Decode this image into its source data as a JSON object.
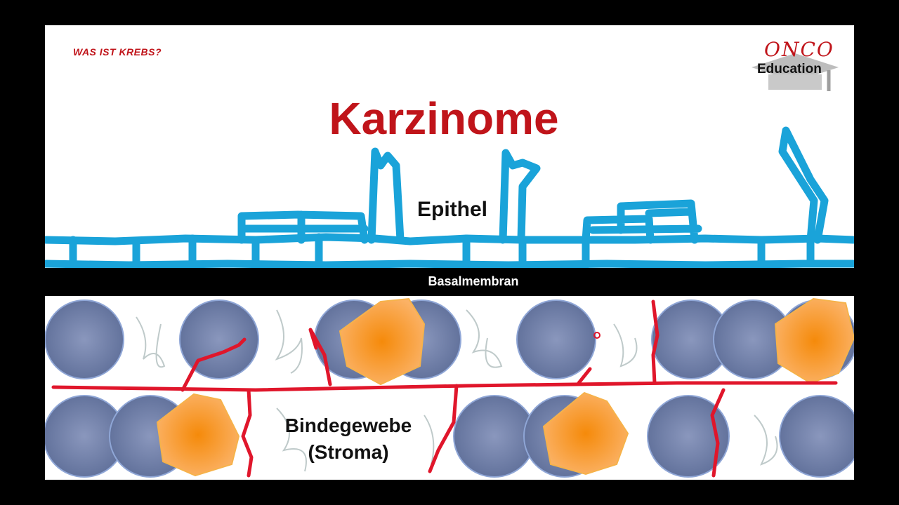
{
  "topic": "WAS IST KREBS?",
  "title": "Karzinome",
  "labels": {
    "epithel": "Epithel",
    "basalmembran": "Basalmembran",
    "bindegewebe": "Bindegewebe",
    "stroma": "(Stroma)"
  },
  "logo": {
    "line1": "ONCO",
    "line2": "Education"
  },
  "colors": {
    "title_red": "#c0141a",
    "epithel_blue": "#1aa3d9",
    "vessel_red": "#e0162b",
    "cell_blue": "#6f7fa8",
    "tumor_orange": "#f7931e"
  }
}
